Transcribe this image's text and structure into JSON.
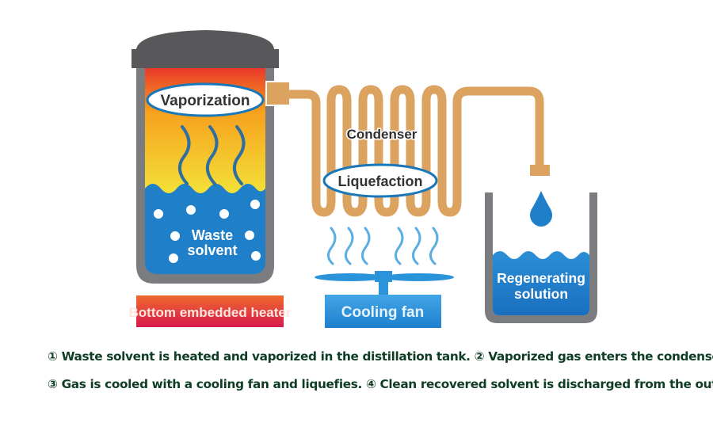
{
  "diagram": {
    "title": "Solvent recycling distillation process",
    "labels": {
      "vaporization": "Vaporization",
      "waste_solvent_line1": "Waste",
      "waste_solvent_line2": "solvent",
      "heater": "Bottom embedded heater",
      "condenser": "Condenser",
      "liquefaction": "Liquefaction",
      "cooling_fan": "Cooling fan",
      "regenerating_line1": "Regenerating",
      "regenerating_line2": "solution"
    },
    "colors": {
      "tank_wall": "#7b7c80",
      "lid": "#58585b",
      "heat_top": "#e8352a",
      "heat_mid": "#f7a21d",
      "heat_bottom": "#f2e43a",
      "liquid": "#1f7fc9",
      "pipe": "#dba35f",
      "fan": "#2b93d9",
      "heater_top": "#ef6a2c",
      "heater_bottom": "#d7194e",
      "caption_text": "#0f3d23"
    }
  },
  "captions": {
    "line1": [
      "① Waste solvent is heated and vaporized in the distillation tank.",
      "② Vaporized gas enters the condenser."
    ],
    "line2": [
      "③ Gas is cooled with a cooling fan and liquefies.",
      "④ Clean recovered solvent is discharged from the outlet."
    ]
  }
}
